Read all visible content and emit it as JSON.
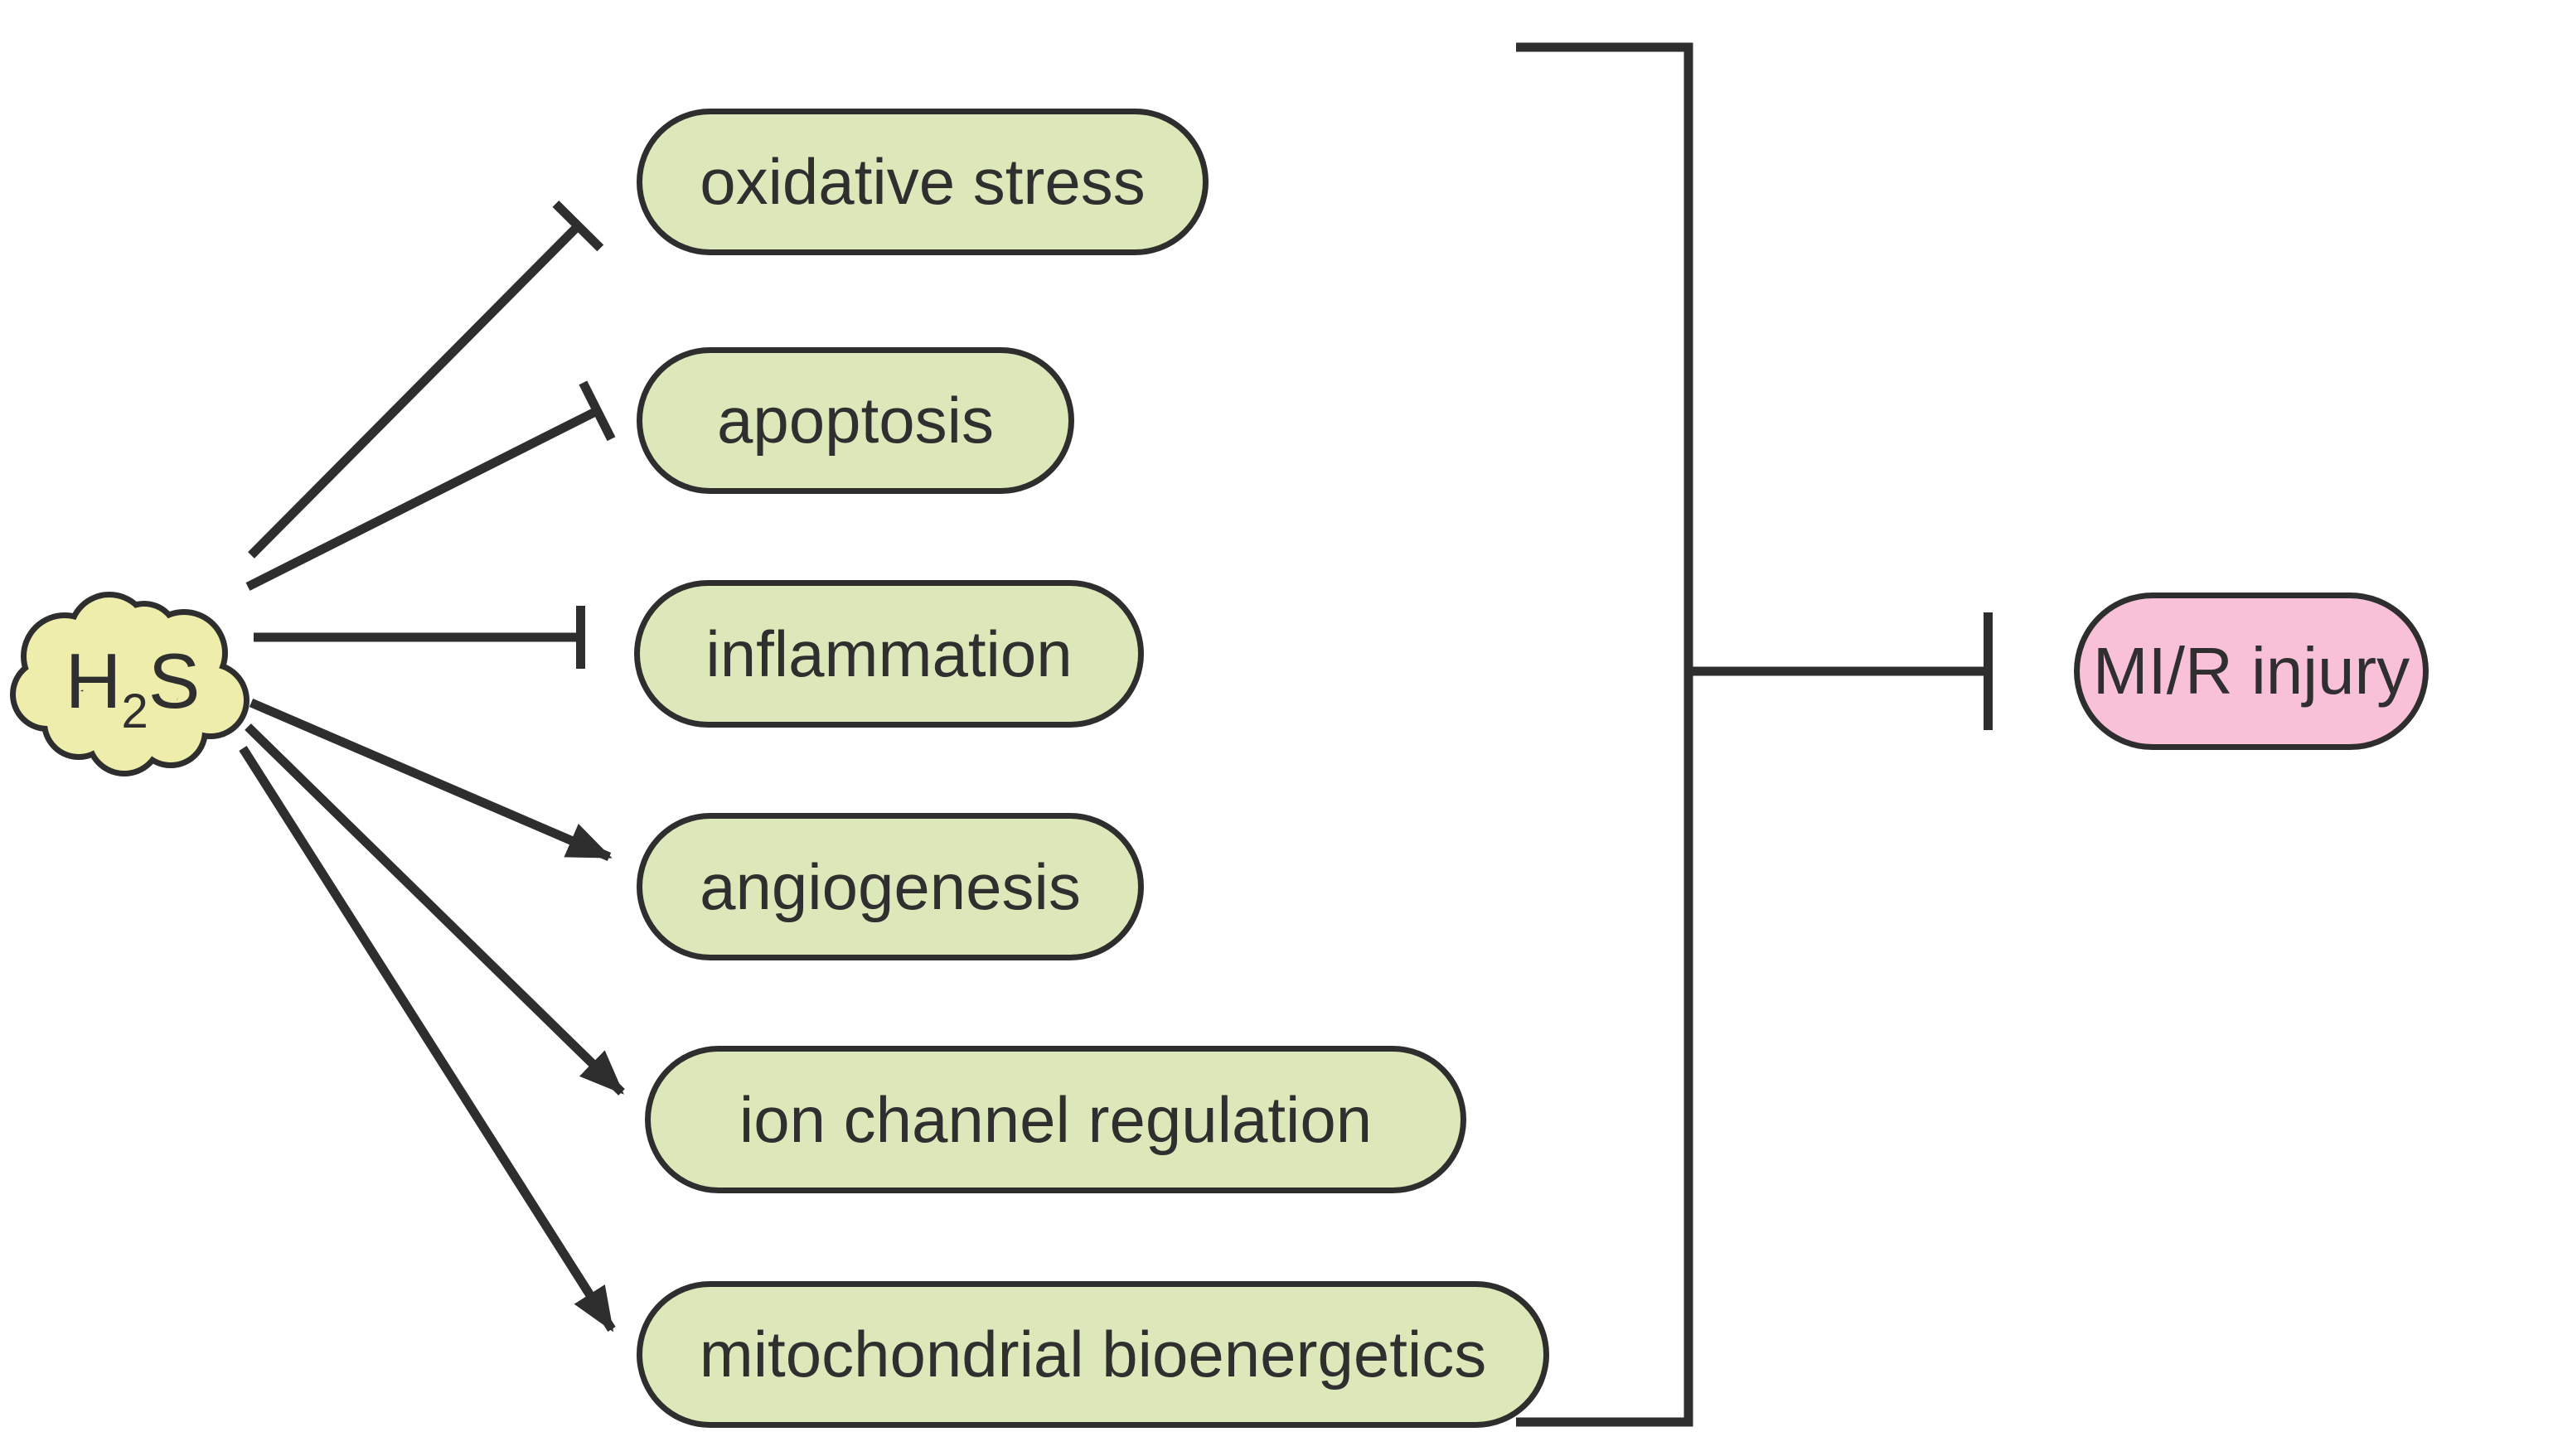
{
  "figure": {
    "background": "#ffffff",
    "stroke_color": "#2e2e2e",
    "source_node": {
      "formula_prefix": "H",
      "formula_subscript": "2",
      "formula_suffix": "S",
      "shape": "cloud",
      "fill": "#eeedac"
    },
    "mediator_fill": "#dde8ba",
    "mediator_nodes": [
      {
        "label": "oxidative stress",
        "edge_from_source": "inhibition"
      },
      {
        "label": "apoptosis",
        "edge_from_source": "inhibition"
      },
      {
        "label": "inflammation",
        "edge_from_source": "inhibition"
      },
      {
        "label": "angiogenesis",
        "edge_from_source": "activation"
      },
      {
        "label": "ion channel regulation",
        "edge_from_source": "activation"
      },
      {
        "label": "mitochondrial bioenergetics",
        "edge_from_source": "activation"
      }
    ],
    "outcome_node": {
      "label": "MI/R injury",
      "fill": "#f9c1d7"
    },
    "group_edge": {
      "from": "all mediators (bracket)",
      "to": "MI/R injury",
      "type": "inhibition"
    }
  }
}
